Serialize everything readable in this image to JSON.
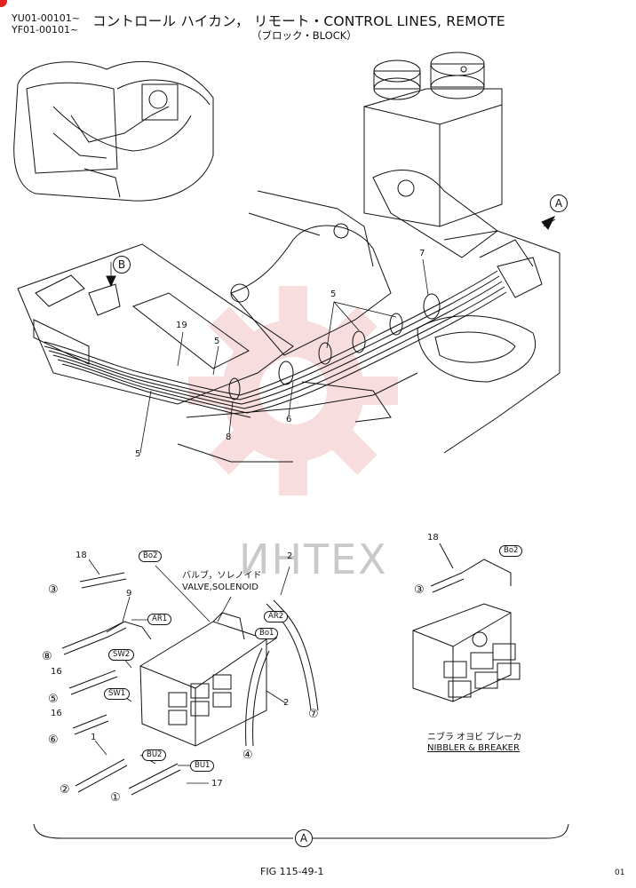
{
  "header": {
    "serial_1": "YU01-00101~",
    "serial_2": "YF01-00101~",
    "title": "コントロール ハイカン， リモート・CONTROL LINES, REMOTE",
    "subtitle": "（ブロック・BLOCK）"
  },
  "view_refs": {
    "a": "A",
    "b": "B"
  },
  "upper_parts": [
    "7",
    "5",
    "19",
    "5",
    "5",
    "6",
    "8"
  ],
  "watermark": "ИНТЕХ",
  "valve_label": {
    "jp": "バルブ，ソレノイド",
    "en": "VALVE,SOLENOID"
  },
  "ports": [
    "Bo2",
    "AR1",
    "SW2",
    "SW1",
    "BU2",
    "BU1",
    "AR2",
    "Bo1",
    "Bo2"
  ],
  "lower_parts": [
    "18",
    "9",
    "16",
    "16",
    "1",
    "17",
    "2",
    "2",
    "18"
  ],
  "circled": [
    "③",
    "⑧",
    "⑤",
    "⑥",
    "②",
    "①",
    "④",
    "⑦",
    "③"
  ],
  "nibbler": {
    "jp": "ニブラ オヨビ ブレーカ",
    "en": "NIBBLER & BREAKER"
  },
  "bottom_ref": "A",
  "figure": "FIG 115-49-1",
  "corner_code": "01"
}
